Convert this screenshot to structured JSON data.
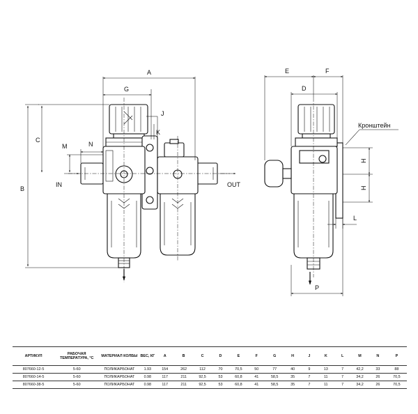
{
  "drawing": {
    "dimension_labels": [
      "A",
      "G",
      "J",
      "K",
      "C",
      "M",
      "N",
      "B",
      "E",
      "F",
      "D",
      "H",
      "H",
      "L",
      "P"
    ],
    "port_in": "IN",
    "port_out": "OUT",
    "bracket_label": "Кронштейн"
  },
  "table": {
    "headers": [
      "АРТИКУЛ",
      "РАБОЧАЯ ТЕМПЕРАТУРА, °C",
      "МАТЕРИАЛ КОЛБЫ",
      "ВЕС, КГ",
      "A",
      "B",
      "C",
      "D",
      "E",
      "F",
      "G",
      "H",
      "J",
      "K",
      "L",
      "M",
      "N",
      "P"
    ],
    "rows": [
      [
        "807660-12-5",
        "5-60",
        "ПОЛИКАРБОНАТ",
        "1.93",
        "154",
        "262",
        "112",
        "70",
        "70,5",
        "50",
        "77",
        "40",
        "9",
        "13",
        "7",
        "42,2",
        "33",
        "88"
      ],
      [
        "807660-14-5",
        "5-60",
        "ПОЛИКАРБОНАТ",
        "0.98",
        "117",
        "211",
        "92,5",
        "53",
        "60,8",
        "41",
        "58,5",
        "35",
        "7",
        "11",
        "7",
        "34,2",
        "26",
        "70,5"
      ],
      [
        "807660-38-5",
        "5-60",
        "ПОЛИКАРБОНАТ",
        "0.98",
        "117",
        "211",
        "92,5",
        "53",
        "60,8",
        "41",
        "58,5",
        "35",
        "7",
        "11",
        "7",
        "34,2",
        "26",
        "70,5"
      ]
    ]
  }
}
